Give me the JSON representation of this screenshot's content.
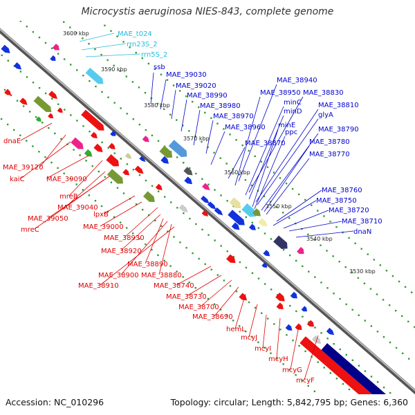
{
  "title": "Microcystis aeruginosa NIES-843, complete genome",
  "accession_label": "Accession: NC_010296",
  "summary": "Topology: circular; Length: 5,842,795 bp; Genes: 6,360",
  "colors": {
    "forward_label": "#0000cc",
    "reverse_label": "#dd0000",
    "rna_label": "#22bbdd",
    "axis": "#888888",
    "ticks": "#339933"
  },
  "kbp_ticks": [
    "3600 kbp",
    "3590 kbp",
    "3580 kbp",
    "3570 kbp",
    "3560 kbp",
    "3550 kbp",
    "3540 kbp",
    "3530 kbp"
  ],
  "rna_labels": [
    "MAE_t024",
    "rrn23S_2",
    "rrn5S_2"
  ],
  "forward_labels": [
    "ssb",
    "MAE_39030",
    "MAE_39020",
    "MAE_38990",
    "MAE_38980",
    "MAE_38970",
    "MAE_38960",
    "MAE_38870",
    "MAE_38940",
    "MAE_38950",
    "MAE_38830",
    "minC",
    "minD",
    "MAE_38810",
    "glyA",
    "minE",
    "ppc",
    "MAE_38790",
    "MAE_38780",
    "MAE_38770",
    "MAE_38760",
    "MAE_38750",
    "MAE_38720",
    "MAE_38710",
    "dnaN"
  ],
  "reverse_labels": [
    "dnaE",
    "MAE_39120",
    "kaiC",
    "MAE_39090",
    "mreB",
    "MAE_39040",
    "MAE_39050",
    "mreC",
    "lpxB",
    "MAE_39000",
    "MAE_38930",
    "MAE_38920",
    "MAE_38890",
    "MAE_38900",
    "MAE_38880",
    "MAE_38910",
    "MAE_38740",
    "MAE_38730",
    "MAE_38700",
    "MAE_38690",
    "hemL",
    "mcyJ",
    "mcyI",
    "mcyH",
    "mcyG",
    "mcyF"
  ]
}
